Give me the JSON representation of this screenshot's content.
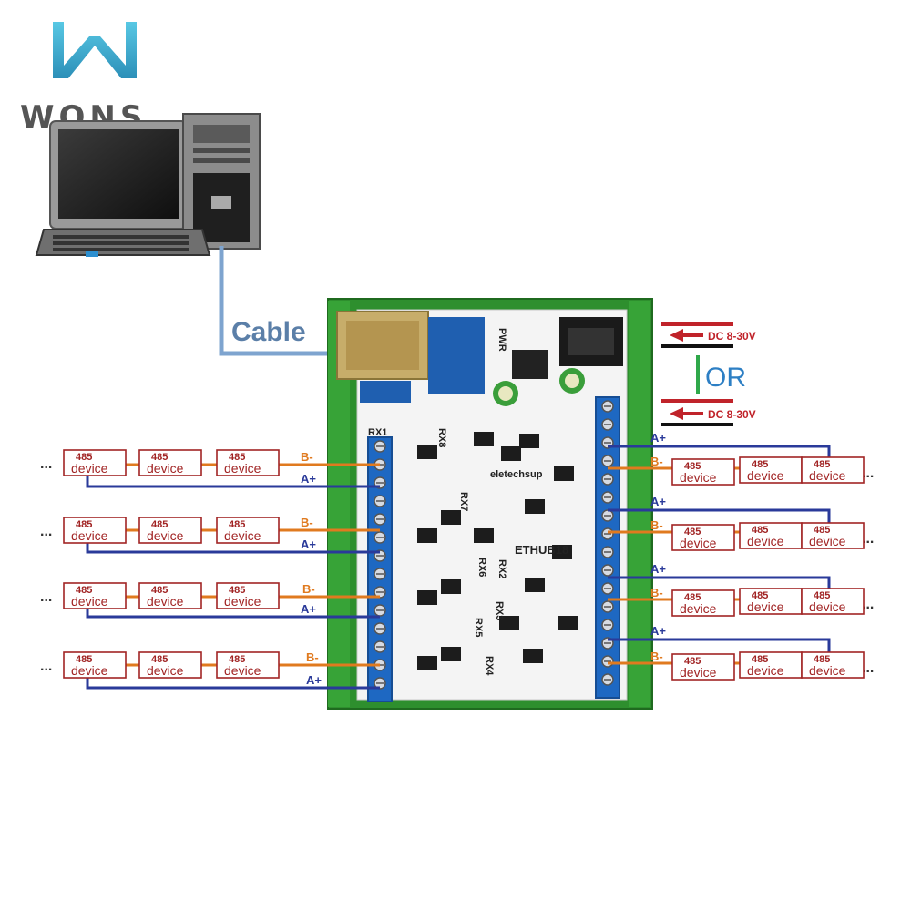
{
  "brand": {
    "name": "WONS",
    "colors": {
      "logo_top": "#3fb6d6",
      "logo_bottom": "#2c8fb8",
      "text": "#555555"
    }
  },
  "cable_label": "Cable",
  "power": {
    "label_top": "DC 8-30V",
    "label_bottom": "DC 8-30V",
    "or_label": "OR"
  },
  "board": {
    "brand_silkscreen": "eletechsup",
    "model_silkscreen": "ETHUB18",
    "pwr_silkscreen": "PWR",
    "rx_labels": [
      "RX1",
      "RX2",
      "RX3",
      "RX4",
      "RX5",
      "RX6",
      "RX7",
      "RX8"
    ]
  },
  "bus": {
    "a_label": "A+",
    "b_label": "B-",
    "continuation": "..."
  },
  "device": {
    "line1": "485",
    "line2": "device"
  },
  "colors": {
    "a_wire": "#2a3a9a",
    "b_wire": "#e07a1f",
    "device_border": "#a12424",
    "terminal": "#1e68c2",
    "din_rail": "#2e8f2e",
    "pcb": "#f4f4f4"
  }
}
